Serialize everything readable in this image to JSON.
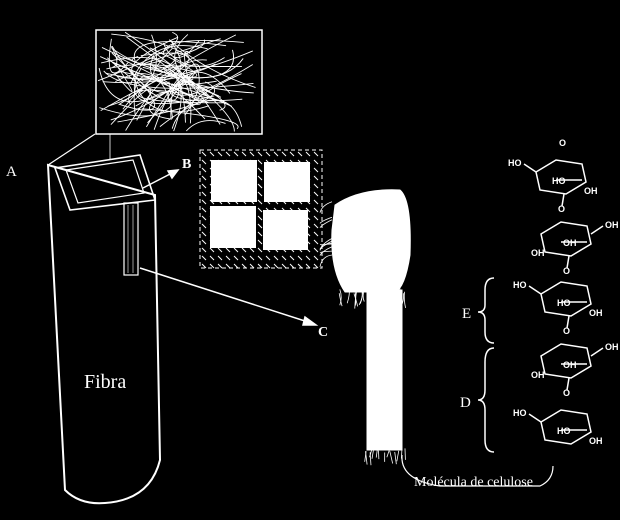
{
  "labels": {
    "a": "A",
    "b": "B",
    "c": "C",
    "d": "D",
    "e": "E",
    "fibra": "Fibra",
    "molecula": "Molécula de celulose"
  },
  "chem_labels": {
    "ho": "HO",
    "oh": "OH",
    "o": "O"
  },
  "colors": {
    "background": "#000000",
    "line": "#ffffff"
  }
}
